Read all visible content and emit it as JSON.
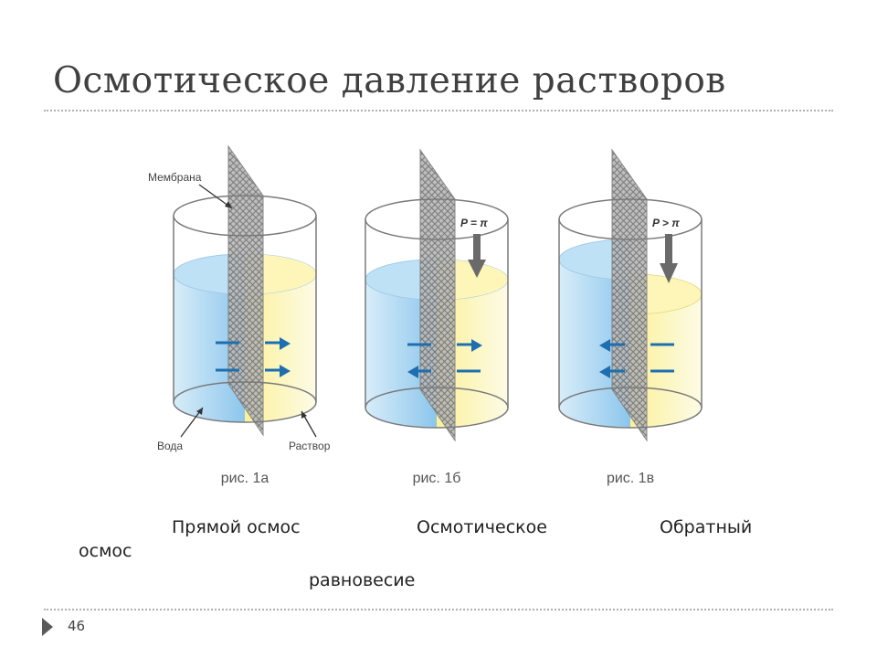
{
  "slide": {
    "title": "Осмотическое давление растворов",
    "page_number": "46"
  },
  "colors": {
    "water": "#9fd0f0",
    "solution": "#fbf4a8",
    "arrow": "#1e6fb0",
    "membrane": "#8a8a8a"
  },
  "figures": [
    {
      "label": "рис. 1а",
      "pressure": ""
    },
    {
      "label": "рис. 1б",
      "pressure": "P = π"
    },
    {
      "label": "рис. 1в",
      "pressure": "P > π"
    }
  ],
  "annotations": {
    "membrane": "Мембрана",
    "water": "Вода",
    "solution": "Раствор"
  },
  "captions": {
    "direct_line1": "Прямой осмос",
    "equilibrium_line1": "Осмотическое",
    "reverse_line1": "Обратный",
    "direct_line2": "осмос",
    "equilibrium_line2": "равновесие"
  }
}
